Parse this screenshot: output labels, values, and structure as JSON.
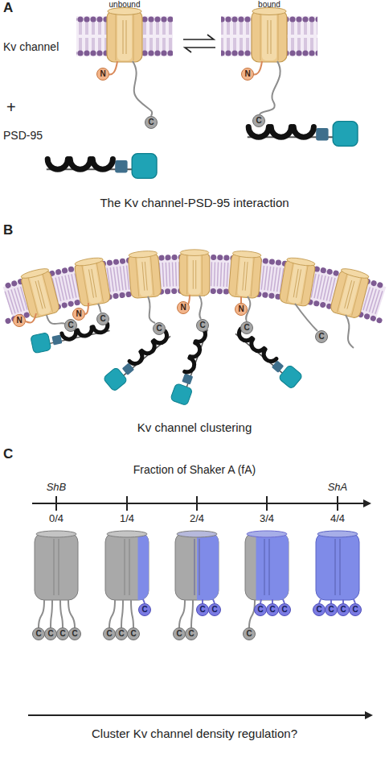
{
  "diagram": {
    "nodes": [
      {
        "text": [
          "N"
        ]
      },
      {
        "text": [
          "C"
        ]
      },
      {
        "text": [
          "N"
        ]
      },
      {
        "text": [
          "C"
        ]
      },
      {
        "text": [
          "N"
        ]
      },
      {
        "text": [
          "C"
        ]
      },
      {
        "text": [
          "N"
        ]
      },
      {
        "text": [
          "C"
        ]
      },
      {
        "text": [
          "C"
        ]
      },
      {
        "text": [
          "N"
        ]
      },
      {
        "text": [
          "C"
        ]
      },
      {
        "text": [
          "N"
        ]
      },
      {
        "text": [
          "C"
        ]
      },
      {
        "text": [
          "C"
        ]
      },
      {
        "text": [
          "C"
        ]
      },
      {
        "text": [
          "C"
        ]
      },
      {
        "text": [
          "C"
        ]
      },
      {
        "text": [
          "C"
        ]
      },
      {
        "text": [
          "C"
        ]
      },
      {
        "text": [
          "C"
        ]
      },
      {
        "text": [
          "C"
        ]
      },
      {
        "text": [
          "C"
        ]
      },
      {
        "text": [
          "C"
        ]
      },
      {
        "text": [
          "C"
        ]
      },
      {
        "text": [
          "C"
        ]
      },
      {
        "text": [
          "C"
        ]
      },
      {
        "text": [
          "C"
        ]
      },
      {
        "text": [
          "C"
        ]
      },
      {
        "text": [
          "C"
        ]
      },
      {
        "text": [
          "C"
        ]
      },
      {
        "text": [
          "C"
        ]
      },
      {
        "text": [
          "C"
        ]
      },
      {
        "text": [
          "C"
        ]
      },
      {
        "text": [
          "C"
        ]
      }
    ],
    "labels": [
      "A",
      "Kv channel",
      "unbound",
      "bound",
      "+",
      "PSD-95",
      "The Kv channel-PSD-95 interaction",
      "B",
      "Kv channel clustering",
      "C",
      "Fraction of Shaker A (fA)",
      "ShB",
      "ShA",
      "0/4",
      "1/4",
      "2/4",
      "3/4",
      "4/4",
      "Cluster Kv channel density regulation?"
    ]
  }
}
